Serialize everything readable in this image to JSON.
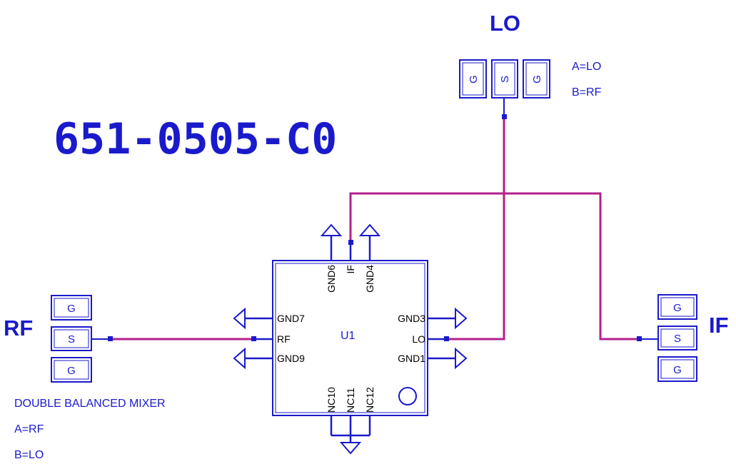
{
  "part_number": "651-0505-C0",
  "colors": {
    "schematic": "#1a1acc",
    "wire": "#b3208a",
    "background": "#ffffff"
  },
  "ports": {
    "lo": {
      "title": "LO",
      "pads": [
        "G",
        "S",
        "G"
      ]
    },
    "rf": {
      "title": "RF",
      "pads": [
        "G",
        "S",
        "G"
      ]
    },
    "if": {
      "title": "IF",
      "pads": [
        "G",
        "S",
        "G"
      ]
    }
  },
  "lo_notes": [
    "A=LO",
    "B=RF"
  ],
  "component": {
    "ref": "U1",
    "top_pins": [
      "GND6",
      "IF",
      "GND4"
    ],
    "left_pins": [
      "GND7",
      "RF",
      "GND9"
    ],
    "right_pins": [
      "GND3",
      "LO",
      "GND1"
    ],
    "bottom_pins": [
      "NC10",
      "NC11",
      "NC12"
    ]
  },
  "description": [
    "DOUBLE BALANCED MIXER",
    "A=RF",
    "B=LO"
  ]
}
